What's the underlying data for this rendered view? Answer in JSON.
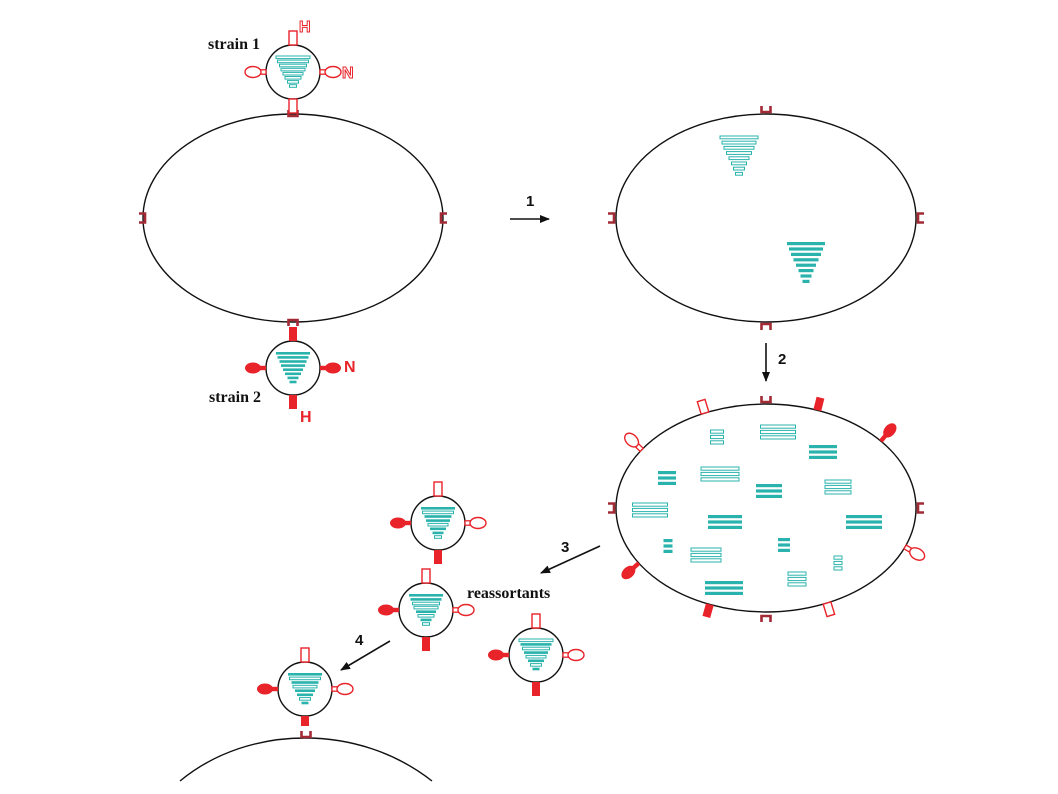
{
  "colors": {
    "teal": "#2ab3ac",
    "red": "#e8232a",
    "dark_red": "#a32b36",
    "outline": "#111111",
    "background": "#ffffff"
  },
  "labels": {
    "strain1": "strain 1",
    "strain2": "strain 2",
    "reassortants": "reassortants",
    "H": "H",
    "N": "N",
    "step1": "1",
    "step2": "2",
    "step3": "3",
    "step4": "4"
  },
  "icons": {
    "virion": "virus-particle-icon",
    "receptor": "cell-receptor-icon",
    "hemagglutinin": "hemagglutinin-spike-icon",
    "neuraminidase": "neuraminidase-spike-icon",
    "rna_segment": "rna-segment-icon"
  }
}
